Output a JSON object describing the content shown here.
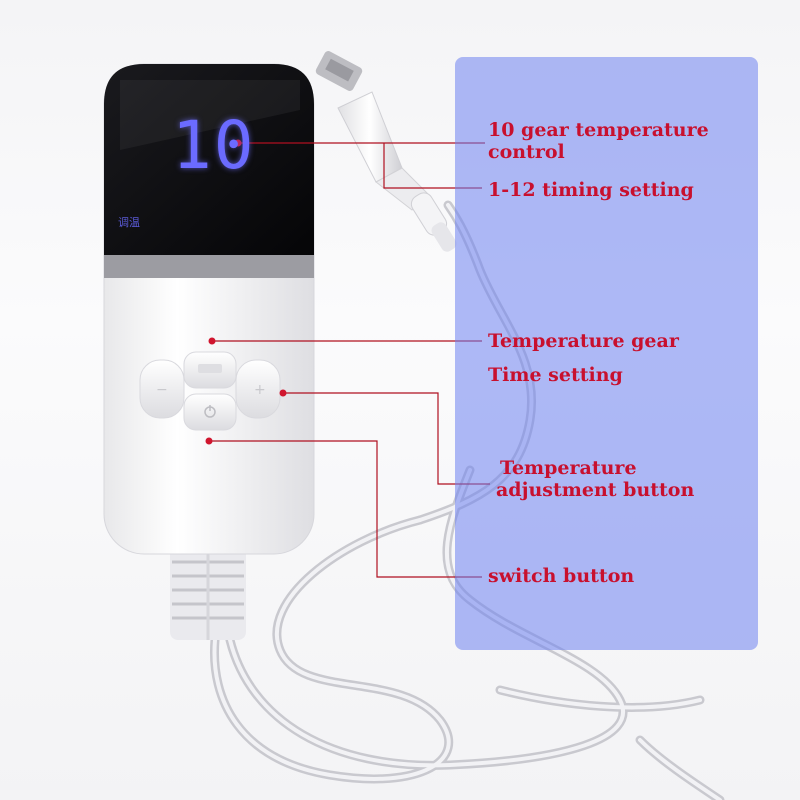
{
  "device": {
    "display_value": "10",
    "display_sub_label": "调温",
    "display_color": "#6b6bff"
  },
  "callouts": {
    "gear_temperature_control": [
      "10 gear temperature",
      "control"
    ],
    "timing_setting": "1-12 timing setting",
    "temperature_gear": "Temperature gear",
    "time_setting": "Time setting",
    "temperature_adjustment_button": [
      "Temperature",
      "adjustment button"
    ],
    "switch_button": "switch button"
  },
  "colors": {
    "callout_text": "#c8102e",
    "leader_line": "#b01020",
    "overlay_panel": "#6e82f0"
  }
}
